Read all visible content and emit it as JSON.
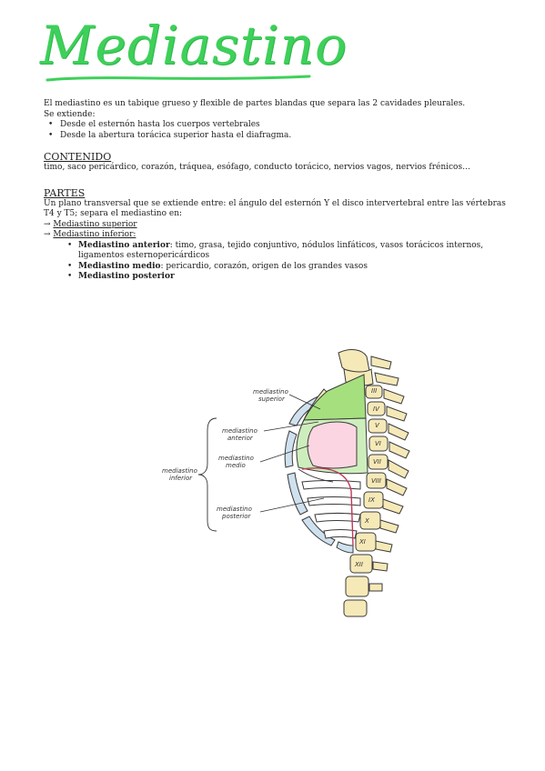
{
  "title": "Mediastino",
  "intro": {
    "line1": "El mediastino es un tabique grueso y flexible de partes blandas que separa las 2 cavidades pleurales.",
    "line2": "Se extiende:",
    "bullets": [
      "Desde el esternón hasta los cuerpos vertebrales",
      "Desde la abertura torácica superior hasta el diafragma."
    ]
  },
  "contenido": {
    "heading": "CONTENIDO",
    "text": "timo, saco pericárdico, corazón, tráquea, esófago, conducto torácico, nervios vagos, nervios frénicos…"
  },
  "partes": {
    "heading": "PARTES",
    "text": "Un plano transversal que se extiende entre: el ángulo del esternón Y el disco intervertebral entre las vértebras T4 y T5; separa el mediastino en:",
    "arrow": "→",
    "superior": "Mediastino superior",
    "inferior": "Mediastino inferior:",
    "sub": [
      {
        "bold": "Mediastino anterior",
        "rest": ": timo, grasa, tejido conjuntivo, nódulos linfáticos, vasos torácicos internos, ligamentos esternopericárdicos"
      },
      {
        "bold": "Mediastino medio",
        "rest": ": pericardio, corazón, origen de los grandes vasos"
      },
      {
        "bold": "Mediastino posterior",
        "rest": ""
      }
    ]
  },
  "diagram": {
    "labels": {
      "superior_1": "mediastino",
      "superior_2": "superior",
      "anterior_1": "mediastino",
      "anterior_2": "anterior",
      "medio_1": "mediastino",
      "medio_2": "medio",
      "posterior_1": "mediastino",
      "posterior_2": "posterior",
      "inferior_1": "mediastino",
      "inferior_2": "inferior"
    },
    "vertebrae": [
      "III",
      "IV",
      "V",
      "VI",
      "VII",
      "VIII",
      "IX",
      "X",
      "XI",
      "XII"
    ],
    "colors": {
      "title_green": "#3ed05a",
      "superior_fill": "#a6e07e",
      "anterior_fill": "#cdeebc",
      "medio_fill": "#fbd6e2",
      "bone_fill": "#f6e9b8",
      "rib_fill": "#cfe1ee"
    }
  }
}
